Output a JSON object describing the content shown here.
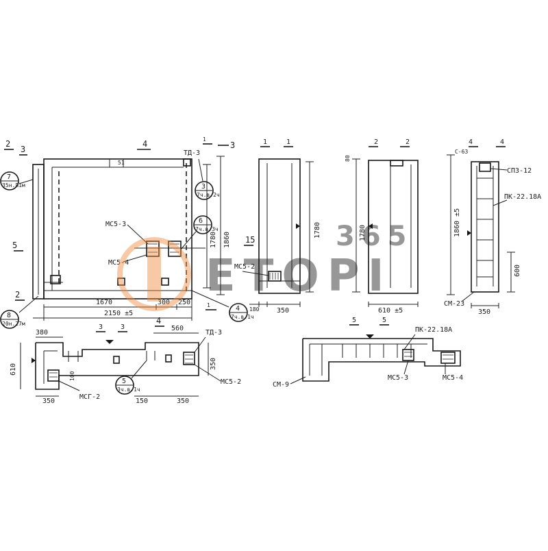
{
  "drawing": {
    "elevation": {
      "section_top_2": "2",
      "section_top_3": "3",
      "section_top_4": "4",
      "section_left_5": "5",
      "section_bottom_2": "2",
      "top_right_mark": "1",
      "right_mark": "1",
      "dim_1670": "1670",
      "dim_300": "300",
      "dim_250": "250",
      "dim_2150": "2150 ±5",
      "dim_1780": "1780",
      "dim_1860": "1860",
      "dim_section_3": "3",
      "label_mcs3": "МС5-3",
      "label_mcs4": "МС5-4",
      "label_td3": "ТД-3",
      "label_51": "51"
    },
    "callouts": {
      "c7": {
        "num": "7",
        "sub": "35н.Л1м"
      },
      "c8": {
        "num": "8",
        "sub": "20н.27м"
      },
      "c3": {
        "num": "3",
        "sub": "7ч.в.2ч"
      },
      "c6": {
        "num": "6",
        "sub": "7ч.в.3ч"
      },
      "c4": {
        "num": "4",
        "sub": "7ч.в.1ч"
      },
      "c5": {
        "num": "5",
        "sub": "3ч.в.1ч"
      }
    },
    "section_1": {
      "title_left": "1",
      "title_right": "1",
      "label_mcs2": "МС5-2",
      "dim_1780": "1780",
      "dim_180": "180",
      "dim_350": "350",
      "mark_15": "15"
    },
    "section_2": {
      "title_left": "2",
      "title_right": "2",
      "dim_1780": "1780",
      "dim_610": "610 ±5",
      "mark_80": "80"
    },
    "section_4": {
      "title_left": "4",
      "title_right": "4",
      "label_s63": "С-63",
      "label_spz": "СПЗ-12",
      "label_pk": "ПК-22.18А",
      "label_sm23": "СМ-23",
      "dim_1860": "1860 ±5",
      "dim_600": "600",
      "dim_350": "350"
    },
    "section_3": {
      "title_left": "3",
      "title_right": "3",
      "dim_380": "380",
      "dim_560": "560",
      "dim_610": "610",
      "dim_350_left": "350",
      "dim_150": "150",
      "dim_350_right": "350",
      "dim_350_side": "350",
      "dim_100": "100",
      "label_mcf2": "МСГ-2",
      "label_mcs2": "МС5-2",
      "label_td3": "ТД-3",
      "mark_4": "4"
    },
    "section_5": {
      "title_left": "5",
      "title_right": "5",
      "label_pk": "ПК-22.18А",
      "label_sm9": "СМ-9",
      "label_mcs3": "МС5-3",
      "label_mcs4": "МС5-4"
    }
  },
  "watermark": {
    "number": "365",
    "word": "ETOPI",
    "color": "#f08a3c"
  }
}
